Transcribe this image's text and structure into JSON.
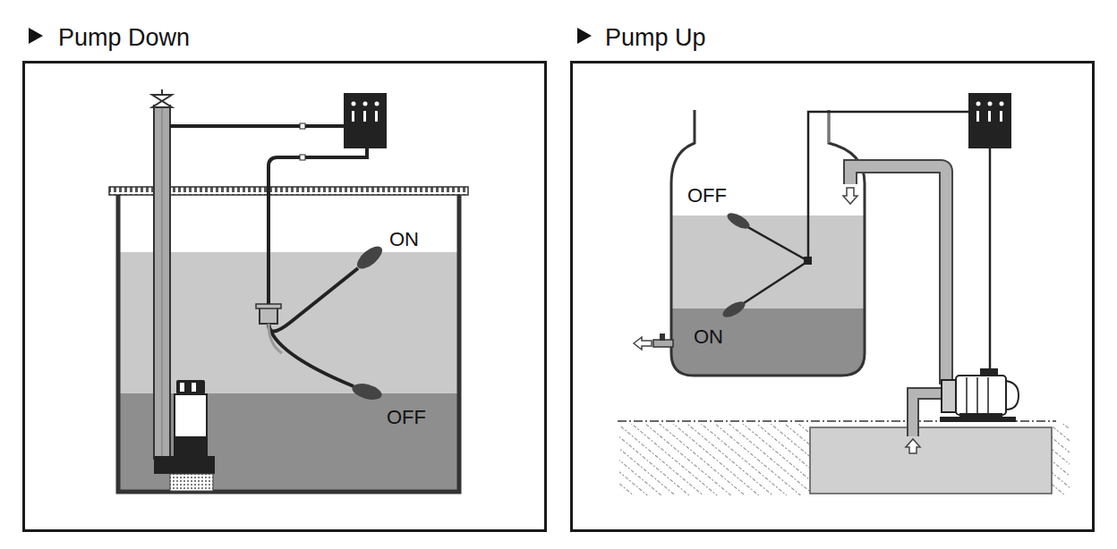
{
  "diagram": {
    "nodes": [
      {
        "text": [
          "Pump Down"
        ]
      },
      {
        "text": [
          "Pump Up"
        ]
      }
    ],
    "labels": [
      "ON",
      "OFF",
      "OFF",
      "ON"
    ]
  }
}
